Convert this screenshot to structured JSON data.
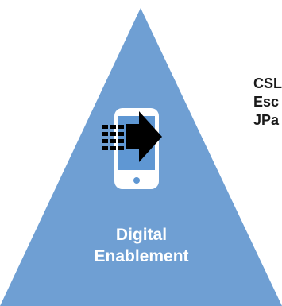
{
  "diagram": {
    "title_lines": [
      "Digital",
      "Enablement"
    ],
    "side_labels": [
      "CSL",
      "Esc",
      "JPa"
    ],
    "icon": "mobile-device-with-arrow-icon",
    "colors": {
      "triangle_fill": "#6f9fd3",
      "title_text": "#ffffff",
      "side_text": "#1a1a1a",
      "device_outline": "#ffffff",
      "device_screen": "#5f97d3",
      "arrow": "#000000"
    }
  }
}
